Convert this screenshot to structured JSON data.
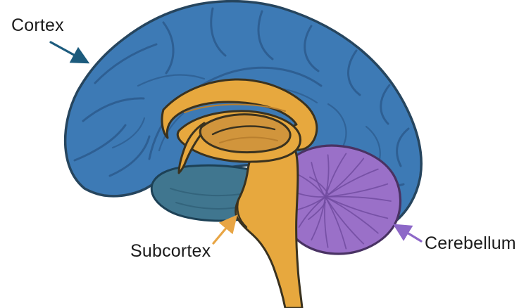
{
  "diagram": {
    "background": "#ffffff",
    "labels": {
      "cortex": "Cortex",
      "subcortex": "Subcortex",
      "cerebellum": "Cerebellum"
    },
    "colors": {
      "cortex_fill": "#3d7ab5",
      "cortex_outline": "#26455e",
      "cortex_fold_lines": "#2c5c8f",
      "temporal_fill": "#40768f",
      "subcortex_fill": "#e7a83e",
      "thalamus_fill": "#d1953c",
      "subcortex_outline": "#3a321f",
      "cerebellum_fill": "#9a70c8",
      "cerebellum_folia_lines": "#714ba0",
      "cerebellum_outline": "#493263",
      "cortex_arrow": "#1c5b7d",
      "subcortex_arrow": "#e8a544",
      "cerebellum_arrow": "#8d68c8",
      "label_text": "#1b1b1b"
    }
  }
}
